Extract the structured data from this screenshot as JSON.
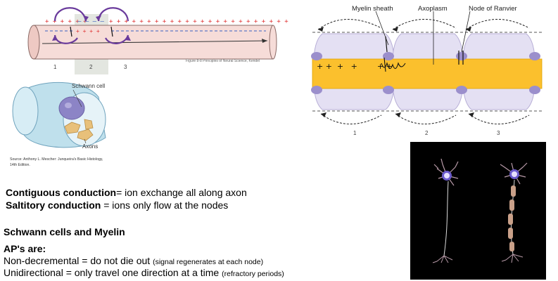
{
  "top_left_figure": {
    "segment_labels": [
      "1",
      "2",
      "3"
    ],
    "caption": "Figure 8-8 Principles of Neural Science, Kendel"
  },
  "schwann_figure": {
    "labels": {
      "schwann_cell": "Schwann cell",
      "axons": "Axons"
    },
    "source_line1": "Source: Anthony L. Mescher: Junqueira's Basic Histology,",
    "source_line2": "14th Edition."
  },
  "myelin_figure": {
    "labels": {
      "myelin_sheath": "Myelin sheath",
      "axoplasm": "Axoplasm",
      "node": "Node of Ranvier"
    },
    "segment_labels": [
      "1",
      "2",
      "3"
    ]
  },
  "notes": {
    "contiguous_term": "Contiguous conduction",
    "contiguous_def": "= ion exchange all along axon",
    "saltitory_term": "Saltitory conduction",
    "saltitory_def": " = ions only flow at the nodes",
    "heading": "Schwann cells and Myelin",
    "subheading": "AP's are:",
    "nondecremental": "Non-decremental = do not die out ",
    "nondecremental_paren": "(signal regenerates at each node)",
    "unidirectional": "Unidirectional = only travel one direction at a time ",
    "unidirectional_paren": "(refractory periods)"
  },
  "colors": {
    "axon_pink": "#f5d8d4",
    "positive_red": "#e03030",
    "negative_blue": "#3a5fbf",
    "arrow_purple": "#6a3b9c",
    "myelin_lavender": "#e4e0f3",
    "axoplasm_yellow": "#fbc02d"
  }
}
